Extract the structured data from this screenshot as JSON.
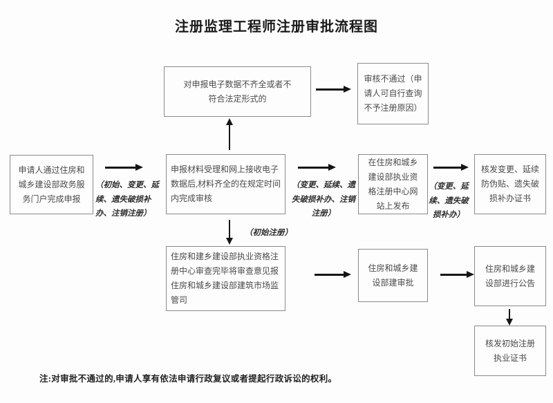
{
  "title": "注册监理工程师注册审批流程图",
  "note": "注:对审批不通过的,申请人享有依法申请行政复议或者提起行政诉讼的权利。",
  "boxes": {
    "incomplete_data": "对申报电子数据不齐全或者不符合法定形式的",
    "review_failed": "审核不通过（申请人可自行查询不予注册原因）",
    "applicant_portal": "申请人通过住房和城乡建设部政务服务门户完成申报",
    "material_review": "申报材料受理和网上接收电子数据后,材料齐全的在规定时间内完成审核",
    "website_publish": "在住房和城乡建设部执业资格注册中心网站上发布",
    "issue_change_cert": "核发变更、延续防伪贴、遗失破损补办证书",
    "center_review_report": "住房和建乡建设部执业资格注册中心审查完毕将审查意见报住房和城乡建设部建筑市场监管司",
    "ministry_approval": "住房和城乡建设部建审批",
    "ministry_announce": "住房和城乡建设部进行公告",
    "issue_initial_cert": "核发初始注册执业证书"
  },
  "edge_labels": {
    "initial_change_renew_cancel": "（初始、变更、延续、遗失破损补办、注销注册）",
    "change_renew_cancel": "（变更、延续、遗失破损补办、注销注册）",
    "change_renew_reissue": "（变更、延续、遗失破损补办）",
    "initial_registration": "（初始注册）"
  },
  "colors": {
    "box_border": "#8a8a8a",
    "box_text": "#4a4a4a",
    "arrow": "#151515",
    "background": "#fdfdfd"
  }
}
